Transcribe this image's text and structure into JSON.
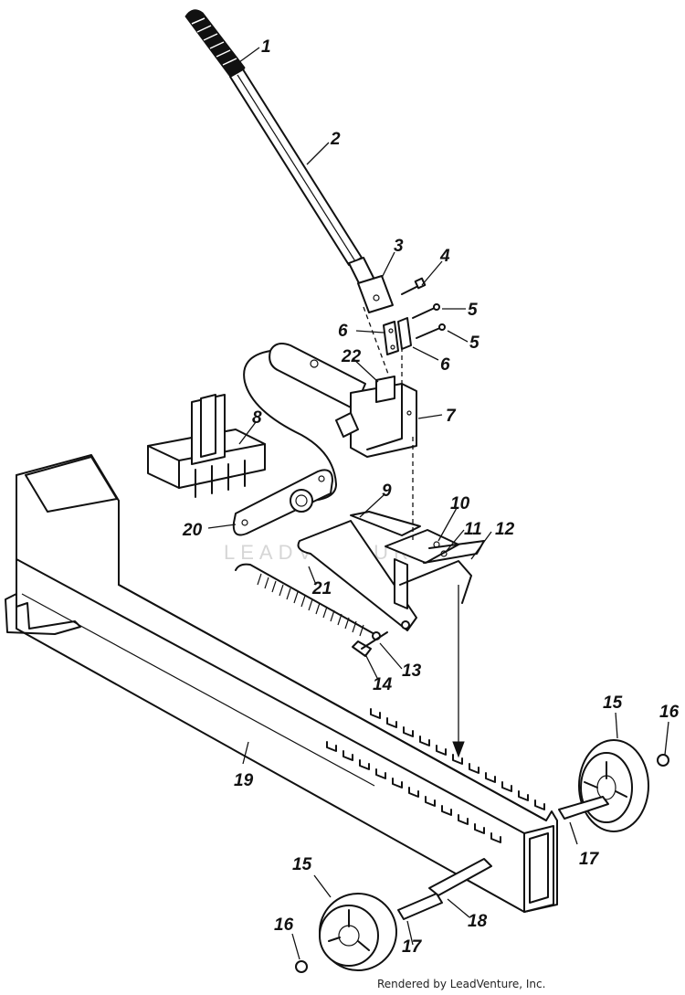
{
  "watermark": "LEADVENTURE",
  "footer": {
    "credit": "Rendered by LeadVenture, Inc."
  },
  "callouts": [
    {
      "id": "c1",
      "text": "1"
    },
    {
      "id": "c2",
      "text": "2"
    },
    {
      "id": "c3",
      "text": "3"
    },
    {
      "id": "c4",
      "text": "4"
    },
    {
      "id": "c5a",
      "text": "5"
    },
    {
      "id": "c5b",
      "text": "5"
    },
    {
      "id": "c6a",
      "text": "6"
    },
    {
      "id": "c6b",
      "text": "6"
    },
    {
      "id": "c7",
      "text": "7"
    },
    {
      "id": "c8",
      "text": "8"
    },
    {
      "id": "c9",
      "text": "9"
    },
    {
      "id": "c10",
      "text": "10"
    },
    {
      "id": "c11",
      "text": "11"
    },
    {
      "id": "c12",
      "text": "12"
    },
    {
      "id": "c13",
      "text": "13"
    },
    {
      "id": "c14",
      "text": "14"
    },
    {
      "id": "c15a",
      "text": "15"
    },
    {
      "id": "c15b",
      "text": "15"
    },
    {
      "id": "c16a",
      "text": "16"
    },
    {
      "id": "c16b",
      "text": "16"
    },
    {
      "id": "c17a",
      "text": "17"
    },
    {
      "id": "c17b",
      "text": "17"
    },
    {
      "id": "c18",
      "text": "18"
    },
    {
      "id": "c19",
      "text": "19"
    },
    {
      "id": "c20",
      "text": "20"
    },
    {
      "id": "c21",
      "text": "21"
    },
    {
      "id": "c22",
      "text": "22"
    }
  ]
}
